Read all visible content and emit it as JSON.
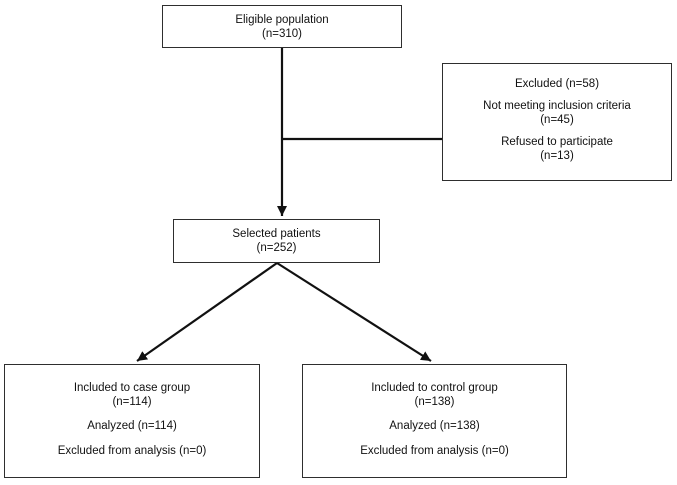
{
  "diagram": {
    "background": "#ffffff",
    "box_border_color": "#2e2e2e",
    "line_color": "#111111",
    "text_color": "#111111",
    "boxes": {
      "eligible_population": {
        "title": "Eligible population",
        "count": "(n=310)"
      },
      "excluded": {
        "title": "Excluded (n=58)",
        "reason1": "Not meeting inclusion criteria",
        "reason1_count": "(n=45)",
        "reason2": "Refused to participate",
        "reason2_count": "(n=13)"
      },
      "selected_patients": {
        "title": "Selected patients",
        "count": "(n=252)"
      },
      "case_group": {
        "title": "Included to case group",
        "count": "(n=114)",
        "analyzed": "Analyzed (n=114)",
        "excluded_from_analysis": "Excluded from analysis (n=0)"
      },
      "control_group": {
        "title": "Included to control group",
        "count": "(n=138)",
        "analyzed": "Analyzed (n=138)",
        "excluded_from_analysis": "Excluded from analysis (n=0)"
      }
    }
  }
}
